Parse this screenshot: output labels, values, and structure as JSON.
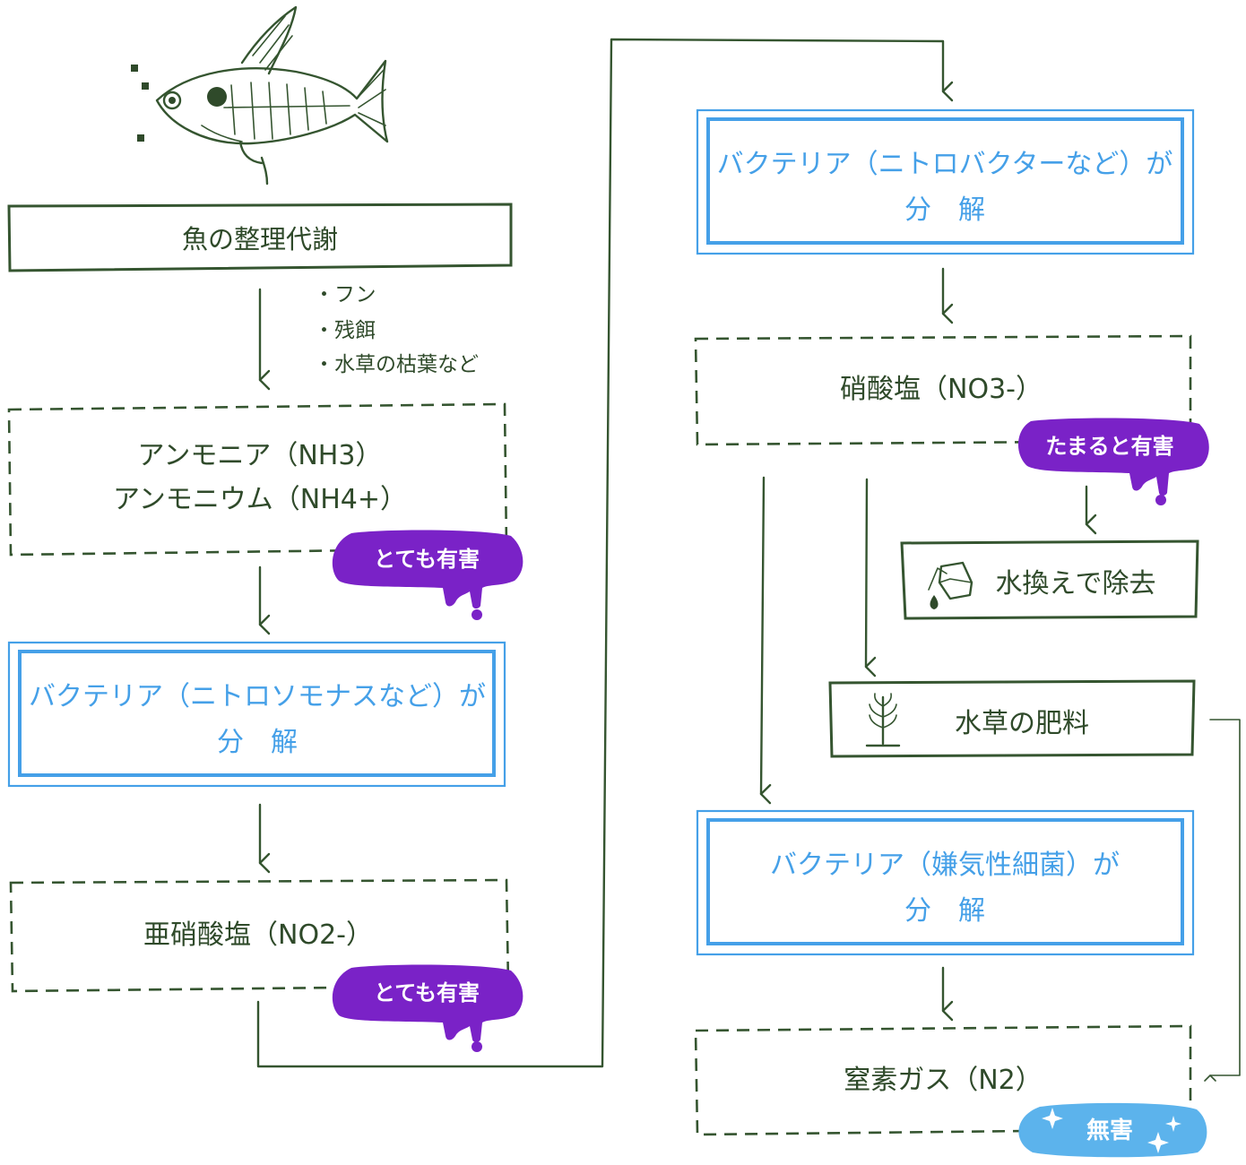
{
  "colors": {
    "ink": "#355530",
    "bacteria_blue": "#45a0e8",
    "harmful_purple": "#7a22c7",
    "harmless_blue": "#5cb3ec"
  },
  "icons": [
    "fish-illustration",
    "bucket-icon",
    "water-plant-icon",
    "sparkle-icon"
  ],
  "left_column": {
    "metabolism": "魚の整理代謝",
    "sources": [
      "・フン",
      "・残餌",
      "・水草の枯葉など"
    ],
    "ammonia_line1": "アンモニア（NH3）",
    "ammonia_line2": "アンモニウム（NH4+）",
    "ammonia_badge": "とても有害",
    "bacteria1_line1": "バクテリア（ニトロソモナスなど）が",
    "bacteria1_line2": "分　解",
    "nitrite": "亜硝酸塩（NO2-）",
    "nitrite_badge": "とても有害"
  },
  "right_column": {
    "bacteria2_line1": "バクテリア（ニトロバクターなど）が",
    "bacteria2_line2": "分　解",
    "nitrate": "硝酸塩（NO3-）",
    "nitrate_badge": "たまると有害",
    "water_change": "水換えで除去",
    "plant_fertilizer": "水草の肥料",
    "bacteria3_line1": "バクテリア（嫌気性細菌）が",
    "bacteria3_line2": "分　解",
    "nitrogen": "窒素ガス（N2）",
    "nitrogen_badge": "無害"
  }
}
